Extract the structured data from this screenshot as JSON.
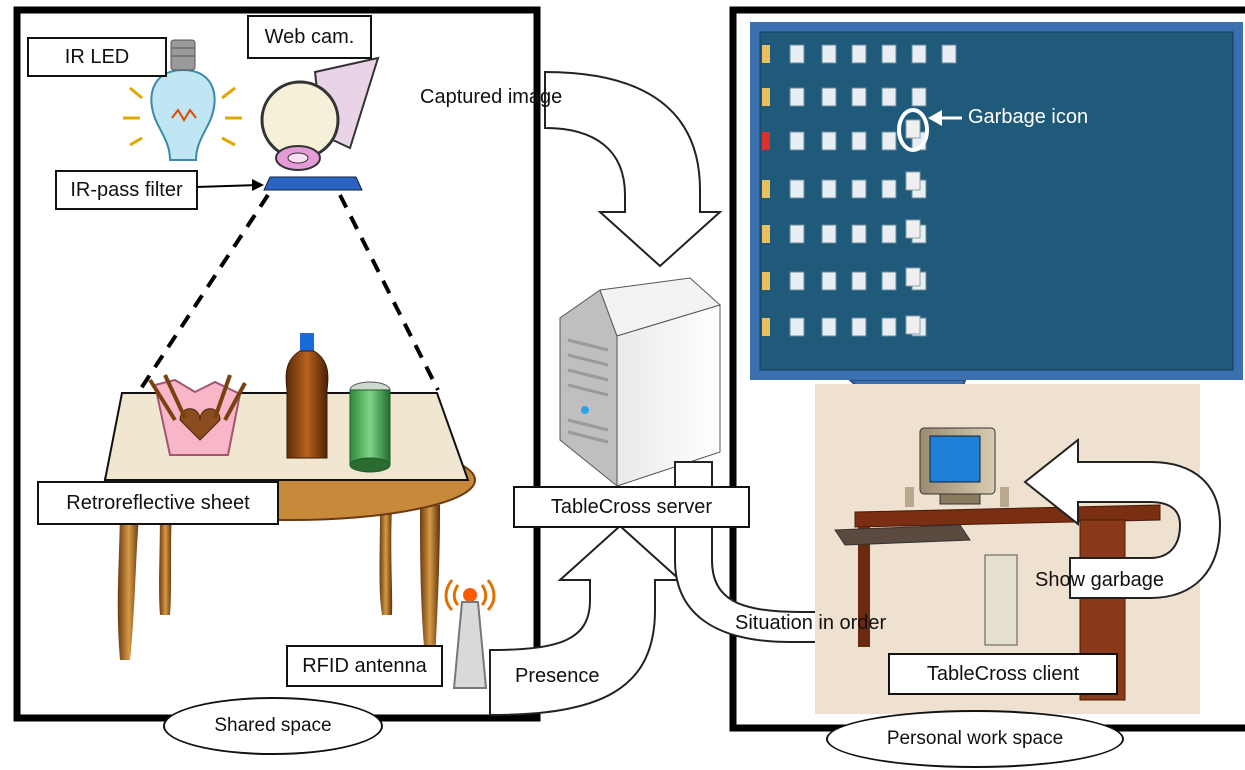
{
  "labels": {
    "ir_led": "IR LED",
    "web_cam": "Web cam.",
    "ir_pass_filter": "IR-pass filter",
    "captured_image": "Captured image",
    "garbage_icon": "Garbage icon",
    "retroreflective_sheet": "Retroreflective sheet",
    "tablecross_server": "TableCross server",
    "rfid_antenna": "RFID antenna",
    "presence": "Presence",
    "situation_in_order": "Situation in order",
    "show_garbage": "Show garbage",
    "tablecross_client": "TableCross client",
    "shared_space": "Shared space",
    "personal_work_space": "Personal work space"
  },
  "colors": {
    "screen_bg": "#1f5a7a",
    "callout_border": "#3a6fb0",
    "frame": "#000000",
    "arrow_fill": "#ffffff",
    "arrow_stroke": "#222222"
  }
}
